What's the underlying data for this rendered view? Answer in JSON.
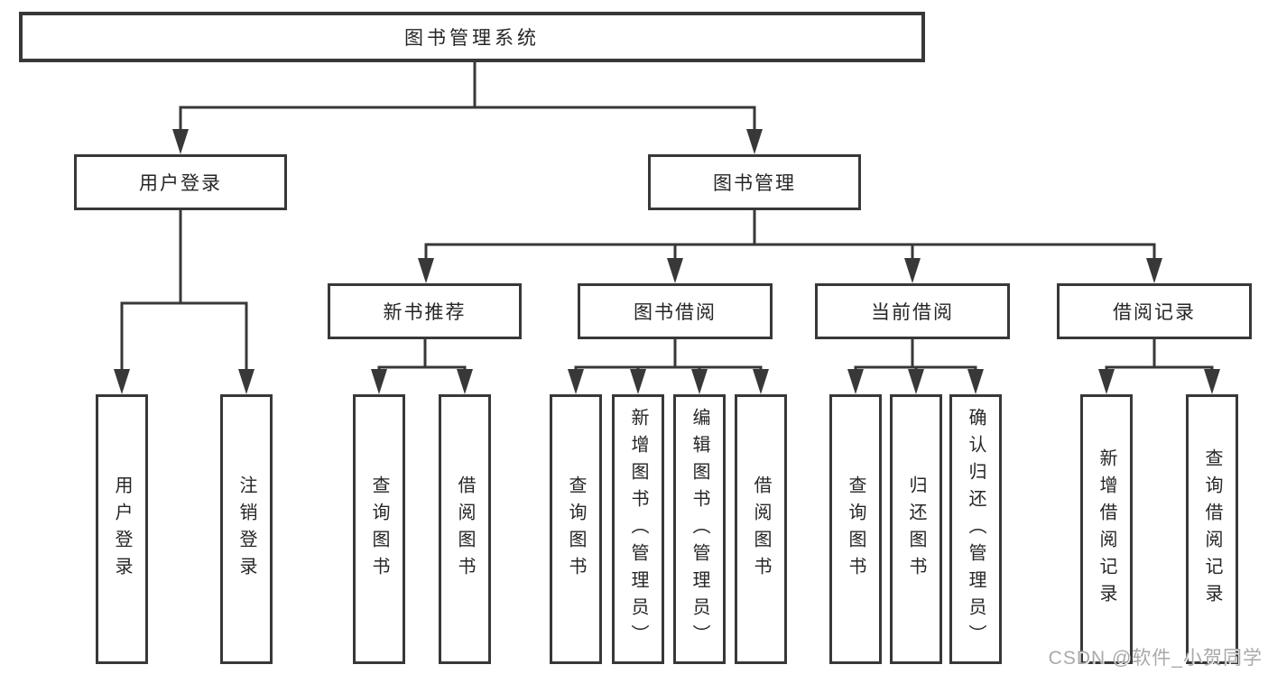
{
  "colors": {
    "background": "#ffffff",
    "line": "#383838",
    "box_border": "#383838",
    "text": "#262626",
    "watermark": "#a9a9a9"
  },
  "diagram": {
    "root": "图书管理系统",
    "level2": [
      "用户登录",
      "图书管理"
    ],
    "level3": [
      "新书推荐",
      "图书借阅",
      "当前借阅",
      "借阅记录"
    ],
    "leaves": [
      "用户登录",
      "注销登录",
      "查询图书",
      "借阅图书",
      "查询图书",
      "新增图书（管理员）",
      "编辑图书（管理员）",
      "借阅图书",
      "查询图书",
      "归还图书",
      "确认归还（管理员）",
      "新增借阅记录",
      "查询借阅记录"
    ]
  },
  "watermark": "CSDN @软件_小贺同学"
}
